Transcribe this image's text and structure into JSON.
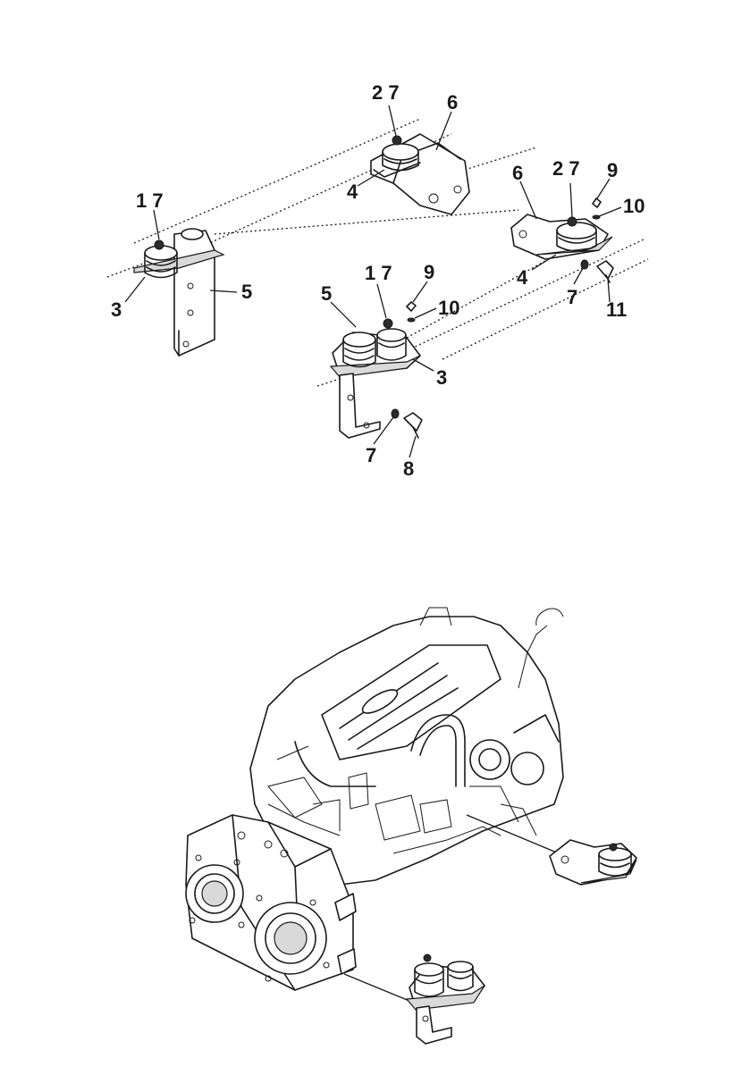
{
  "callouts": {
    "c1": "2 7",
    "c2": "6",
    "c3": "4",
    "c4": "1 7",
    "c5": "5",
    "c6": "3",
    "c7": "6",
    "c8": "2 7",
    "c9": "9",
    "c10": "10",
    "c11": "4",
    "c12": "7",
    "c13": "11",
    "c14": "1 7",
    "c15": "9",
    "c16": "5",
    "c17": "10",
    "c18": "3",
    "c19": "7",
    "c20": "8"
  }
}
